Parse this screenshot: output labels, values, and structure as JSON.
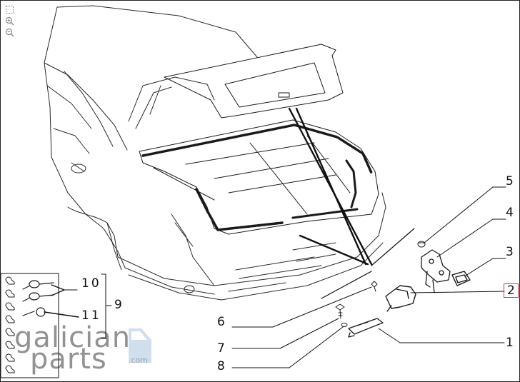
{
  "toolbar": {
    "fit_icon": "fit-page-icon",
    "zoom_in_icon": "zoom-in-icon",
    "zoom_out_icon": "zoom-out-icon"
  },
  "callouts": {
    "c1": "1",
    "c2": "2",
    "c3": "3",
    "c4": "4",
    "c5": "5",
    "c6": "6",
    "c7": "7",
    "c8": "8",
    "c9": "9",
    "c10": "10",
    "c11": "11"
  },
  "highlight_color": "#d23a3a",
  "watermark": {
    "line1": "galician",
    "line2": "parts",
    "suffix": ".com"
  }
}
